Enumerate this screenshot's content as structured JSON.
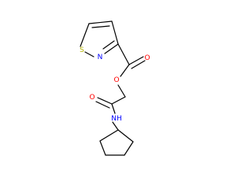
{
  "molecule": {
    "atoms": [
      {
        "id": "S1",
        "symbol": "S",
        "color": "#b2b200"
      },
      {
        "id": "N2",
        "symbol": "N",
        "color": "#0000ff"
      },
      {
        "id": "O1",
        "symbol": "O",
        "color": "#ff0000"
      },
      {
        "id": "O2",
        "symbol": "O",
        "color": "#ff0000"
      },
      {
        "id": "O3",
        "symbol": "O",
        "color": "#ff0000"
      },
      {
        "id": "N1",
        "symbol": "NH",
        "color": "#0000ff"
      }
    ],
    "bond_color": "#000000",
    "background": "#ffffff"
  }
}
